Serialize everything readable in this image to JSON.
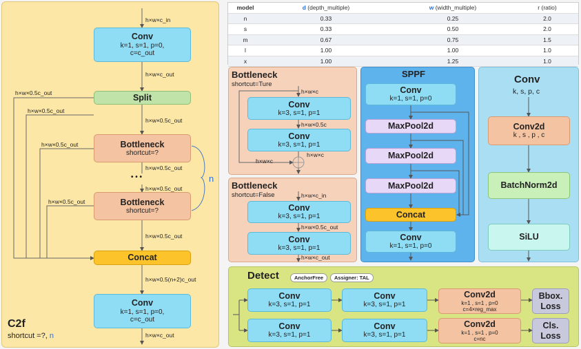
{
  "c2f": {
    "title": "C2f",
    "subtitle_prefix": "shortcut =?,",
    "subtitle_n": "n",
    "n_brace": "n",
    "dots": "•  •  •",
    "labels": {
      "in": "h×w×c_in",
      "after_conv": "h×w×c_out",
      "split_left": "h×w×0.5c_out",
      "split_left2": "h×w×0.5c_out",
      "split_right": "h×w×0.5c_out",
      "bott1_left": "h×w×0.5c_out",
      "bott1_out": "h×w×0.5c_out",
      "dots_out": "h×w×0.5c_out",
      "bott2_left": "h×w×0.5c_out",
      "bott2_out": "h×w×0.5c_out",
      "concat_out": "h×w×0.5(n+2)c_out",
      "final_out": "h×w×c_out"
    },
    "conv1": {
      "name": "Conv",
      "p1": "k=1, s=1, p=0,",
      "p2": "c=c_out"
    },
    "split": {
      "name": "Split"
    },
    "bott1": {
      "name": "Bottleneck",
      "sub": "shortcut=?"
    },
    "bott2": {
      "name": "Bottleneck",
      "sub": "shortcut=?"
    },
    "concat": {
      "name": "Concat"
    },
    "conv2": {
      "name": "Conv",
      "p1": "k=1, s=1, p=0,",
      "p2": "c=c_out"
    }
  },
  "ratio_table": {
    "headers": {
      "model": "model",
      "d_letter": "d",
      "d_rest": " (depth_multiple)",
      "w_letter": "w",
      "w_rest": " (width_multiple)",
      "r": "r (ratio)"
    },
    "rows": [
      {
        "model": "n",
        "d": "0.33",
        "w": "0.25",
        "r": "2.0"
      },
      {
        "model": "s",
        "d": "0.33",
        "w": "0.50",
        "r": "2.0"
      },
      {
        "model": "m",
        "d": "0.67",
        "w": "0.75",
        "r": "1.5"
      },
      {
        "model": "l",
        "d": "1.00",
        "w": "1.00",
        "r": "1.0"
      },
      {
        "model": "x",
        "d": "1.00",
        "w": "1.25",
        "r": "1.0"
      }
    ]
  },
  "bottleneck_true": {
    "title": "Bottleneck",
    "sub": "shortcut=Ture",
    "l_in": "h×w×c",
    "l_mid": "h×w×0.5c",
    "l_out": "h×w×c",
    "l_skip": "h×w×c",
    "conv1": {
      "name": "Conv",
      "params": "k=3, s=1, p=1"
    },
    "conv2": {
      "name": "Conv",
      "params": "k=3, s=1, p=1"
    }
  },
  "bottleneck_false": {
    "title": "Bottleneck",
    "sub": "shortcut=False",
    "l_in": "h×w×c_in",
    "l_mid": "h×w×0.5c_out",
    "l_out": "h×w×c_out",
    "conv1": {
      "name": "Conv",
      "params": "k=3, s=1, p=1"
    },
    "conv2": {
      "name": "Conv",
      "params": "k=3, s=1, p=1"
    }
  },
  "sppf": {
    "title": "SPPF",
    "conv1": {
      "name": "Conv",
      "params": "k=1, s=1, p=0"
    },
    "mp1": "MaxPool2d",
    "mp2": "MaxPool2d",
    "mp3": "MaxPool2d",
    "concat": "Concat",
    "conv2": {
      "name": "Conv",
      "params": "k=1, s=1, p=0"
    }
  },
  "conv_def": {
    "title": "Conv",
    "sub": "k, s,  p, c",
    "conv2d": {
      "name": "Conv2d",
      "params": "k , s , p , c"
    },
    "bn": "BatchNorm2d",
    "silu": "SiLU"
  },
  "detect": {
    "title": "Detect",
    "tag1": "AnchorFree",
    "tag2": "Assigner: TAL",
    "row1": {
      "conv_a": {
        "name": "Conv",
        "params": "k=3, s=1, p=1"
      },
      "conv_b": {
        "name": "Conv",
        "params": "k=3, s=1, p=1"
      },
      "conv2d": {
        "name": "Conv2d",
        "p1": "k=1 , s=1 , p=0",
        "p2": "c=4×reg_max"
      },
      "loss_l1": "Bbox.",
      "loss_l2": "Loss"
    },
    "row2": {
      "conv_a": {
        "name": "Conv",
        "params": "k=3, s=1, p=1"
      },
      "conv_b": {
        "name": "Conv",
        "params": "k=3, s=1, p=1"
      },
      "conv2d": {
        "name": "Conv2d",
        "p1": "k=1 , s=1 , p=0",
        "p2": "c=nc"
      },
      "loss_l1": "Cls.",
      "loss_l2": "Loss"
    }
  },
  "colors": {
    "c2f_bg": "#fce7a6",
    "bottleneck_bg": "#f6d2bb",
    "sppf_bg": "#5eb3ec",
    "conv_bg": "#a9def3",
    "detect_bg": "#d9e483",
    "accent_blue": "#2f6fd6"
  }
}
